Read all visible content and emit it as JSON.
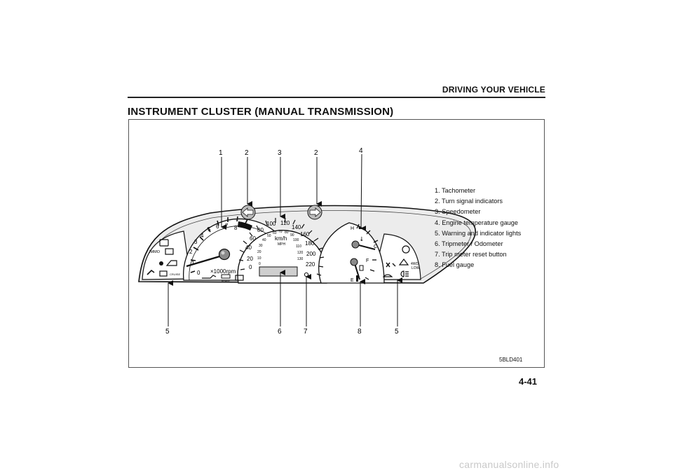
{
  "header": {
    "section": "DRIVING YOUR VEHICLE",
    "page_number": "4-41"
  },
  "title": "INSTRUMENT CLUSTER (MANUAL TRANSMISSION)",
  "figure": {
    "code": "5BLD401",
    "callouts_top": [
      "1",
      "2",
      "3",
      "2",
      "4"
    ],
    "callouts_bottom": [
      "5",
      "6",
      "7",
      "8",
      "5"
    ],
    "legend": [
      "1. Tachometer",
      "2. Turn signal indicators",
      "3. Speedometer",
      "4. Engine temperature gauge",
      "5. Warning and indicator lights",
      "6. Tripmeter / Odometer",
      "7. Trip meter reset button",
      "8. Fuel gauge"
    ],
    "tachometer": {
      "ticks": [
        "0",
        "1",
        "2",
        "3",
        "4",
        "5",
        "6",
        "7",
        "8"
      ],
      "unit": "×1000rpm"
    },
    "speedometer": {
      "kmh_ticks": [
        "0",
        "20",
        "40",
        "60",
        "80",
        "100",
        "120",
        "140",
        "160",
        "180",
        "200",
        "220"
      ],
      "mph_ticks": [
        "0",
        "10",
        "20",
        "30",
        "40",
        "50",
        "60",
        "70",
        "80",
        "90",
        "100",
        "110",
        "120",
        "130"
      ],
      "unit_main": "km/h",
      "unit_sub": "MPH"
    },
    "temp_gauge": {
      "hot": "H",
      "cold": "C"
    },
    "fuel_gauge": {
      "full": "F",
      "empty": "E"
    },
    "indicator_labels": {
      "immo": "IMMO",
      "cruise": "CRUISE",
      "fourwd": "4WD",
      "low": "LOW",
      "brake": "BRAKE"
    }
  },
  "watermark": "carmanualsonline.info",
  "colors": {
    "cluster_fill": "#ececec",
    "panel_fill": "#ffffff",
    "ink": "#111111"
  }
}
